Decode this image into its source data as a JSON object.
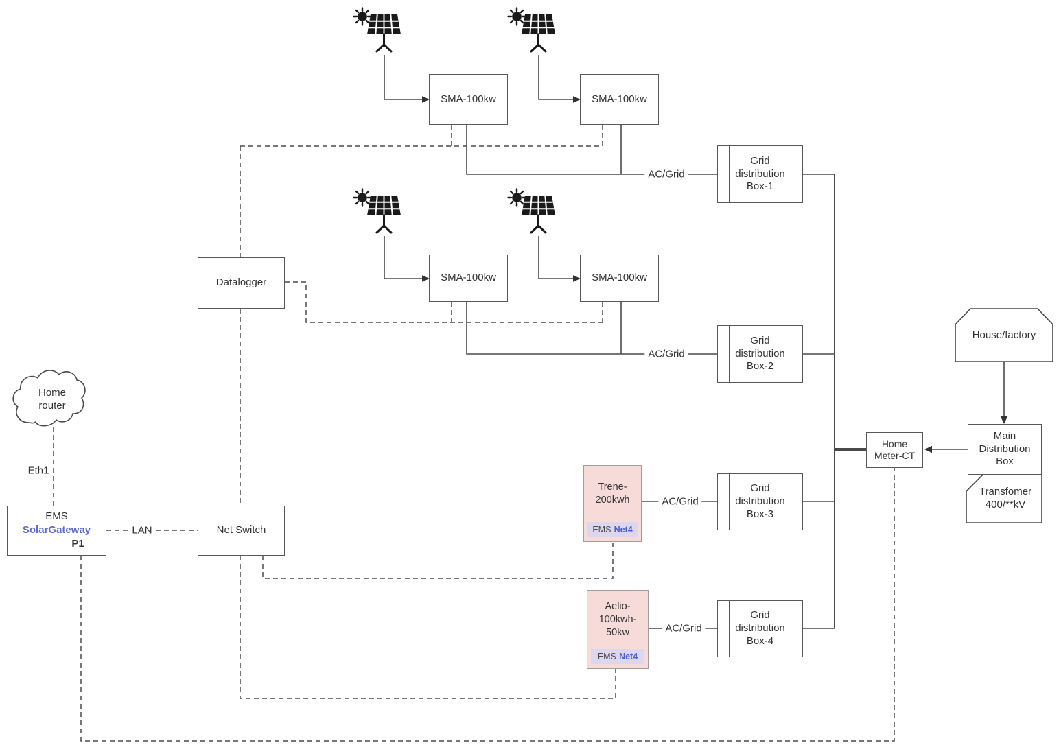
{
  "nodes": {
    "inverter": "SMA-100kw",
    "datalogger": "Datalogger",
    "grid_box_1": "Grid\ndistribution\nBox-1",
    "grid_box_2": "Grid\ndistribution\nBox-2",
    "grid_box_3": "Grid\ndistribution\nBox-3",
    "grid_box_4": "Grid\ndistribution\nBox-4",
    "house": "House/factory",
    "main_distribution_box": "Main\nDistribution\nBox",
    "transformer": "Transfomer\n400/**kV",
    "home_meter": "Home\nMeter-CT",
    "home_router": "Home\nrouter",
    "net_switch": "Net Switch",
    "ems": {
      "line1": "EMS",
      "line2": "SolarGateway",
      "line3": "P1"
    },
    "battery_trene": {
      "label": "Trene-\n200kwh",
      "port_prefix": "EMS-",
      "port_net": "Net4"
    },
    "battery_aelio": {
      "label": "Aelio-\n100kwh-\n50kw",
      "port_prefix": "EMS-",
      "port_net": "Net4"
    }
  },
  "edge_labels": {
    "ac_grid_1": "AC/Grid",
    "ac_grid_2": "AC/Grid",
    "ac_grid_3": "AC/Grid",
    "ac_grid_4": "AC/Grid",
    "eth1": "Eth1",
    "lan": "LAN"
  },
  "icons": {
    "solar_panel": "solar-panel-icon",
    "cloud": "cloud-shape-icon"
  },
  "colors": {
    "line": "#4a4a4a",
    "battery_fill": "#f6dbd9",
    "port_strip_fill": "#dcd6ee",
    "accent_blue": "#5b6ccc",
    "text": "#333333"
  }
}
